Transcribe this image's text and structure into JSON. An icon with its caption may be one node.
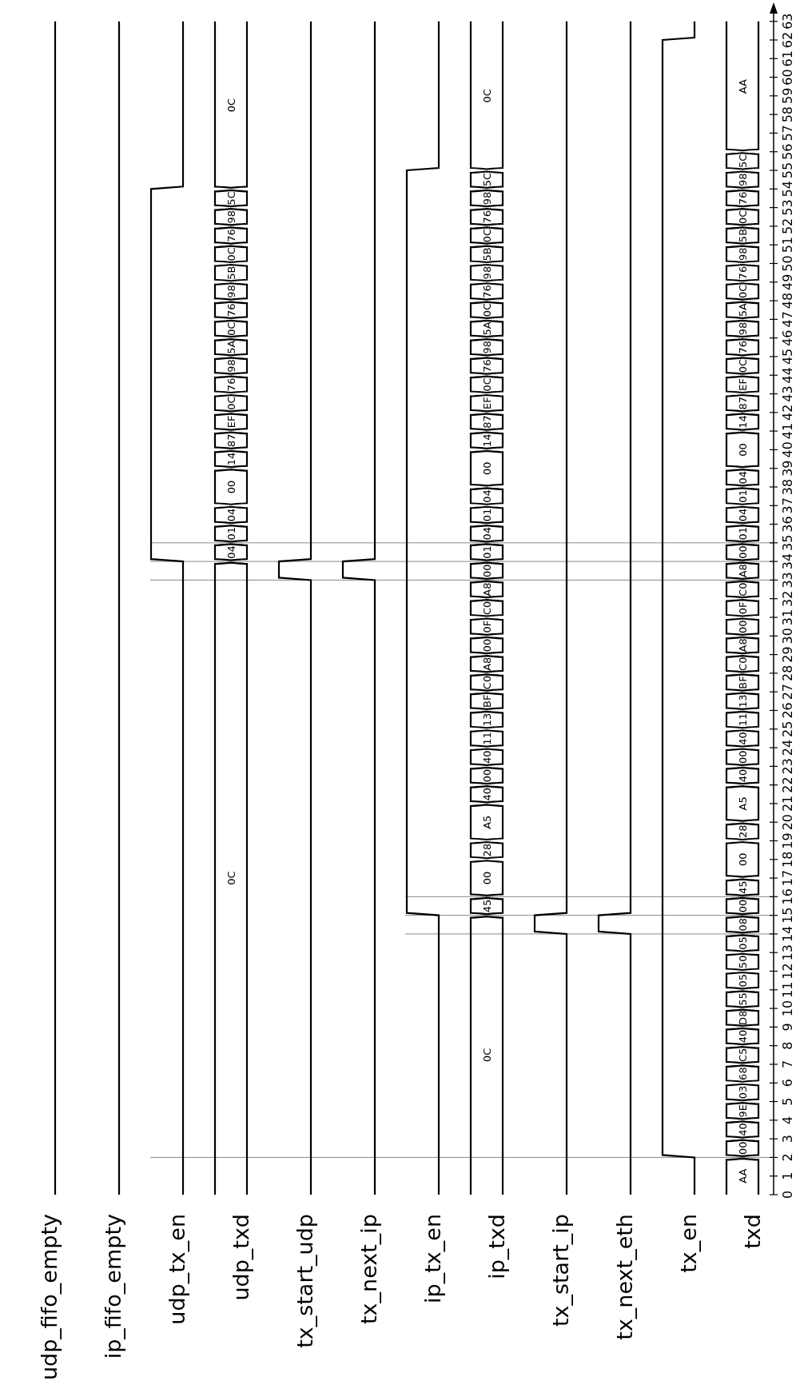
{
  "diagram": {
    "labels": [
      "udp_fifo_empty",
      "ip_fifo_empty",
      "udp_tx_en",
      "udp_txd",
      "tx_start_udp",
      "tx_next_ip",
      "ip_tx_en",
      "ip_txd",
      "tx_start_ip",
      "tx_next_eth",
      "tx_en",
      "txd",
      "0C",
      "04",
      "01",
      "04",
      "00",
      "14",
      "87",
      "EF",
      "0C",
      "76",
      "98",
      "5A",
      "0C",
      "76",
      "98",
      "5B",
      "0C",
      "76",
      "98",
      "5C",
      "0C",
      "0C",
      "45",
      "00",
      "28",
      "A5",
      "40",
      "00",
      "40",
      "11",
      "13",
      "BF",
      "C0",
      "A8",
      "00",
      "0F",
      "C0",
      "A8",
      "00",
      "01",
      "04",
      "01",
      "04",
      "00",
      "14",
      "87",
      "EF",
      "0C",
      "76",
      "98",
      "5A",
      "0C",
      "76",
      "98",
      "5B",
      "0C",
      "76",
      "98",
      "5C",
      "0C",
      "AA",
      "00",
      "40",
      "9E",
      "03",
      "68",
      "C5",
      "40",
      "D8",
      "55",
      "05",
      "50",
      "05",
      "08",
      "00",
      "45",
      "00",
      "28",
      "A5",
      "40",
      "00",
      "40",
      "11",
      "13",
      "BF",
      "C0",
      "A8",
      "00",
      "0F",
      "C0",
      "A8",
      "00",
      "01",
      "04",
      "01",
      "04",
      "00",
      "14",
      "87",
      "EF",
      "0C",
      "76",
      "98",
      "5A",
      "0C",
      "76",
      "98",
      "5B",
      "0C",
      "76",
      "98",
      "5C",
      "AA",
      "0",
      "1",
      "2",
      "3",
      "4",
      "5",
      "6",
      "7",
      "8",
      "9",
      "10",
      "11",
      "12",
      "13",
      "14",
      "15",
      "16",
      "17",
      "18",
      "19",
      "20",
      "21",
      "22",
      "23",
      "24",
      "25",
      "26",
      "27",
      "28",
      "29",
      "30",
      "31",
      "32",
      "33",
      "34",
      "35",
      "36",
      "37",
      "38",
      "39",
      "40",
      "41",
      "42",
      "43",
      "44",
      "45",
      "46",
      "47",
      "48",
      "49",
      "50",
      "51",
      "52",
      "53",
      "54",
      "55",
      "56",
      "57",
      "58",
      "59",
      "60",
      "61",
      "62",
      "63"
    ]
  }
}
